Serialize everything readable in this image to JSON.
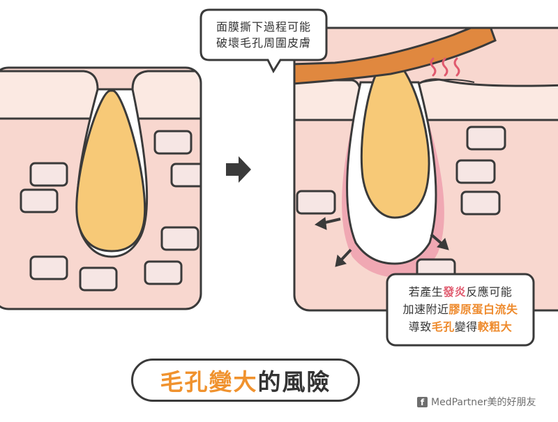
{
  "bubble_top": {
    "line1": "面膜撕下過程可能",
    "line2": "破壞毛孔周圍皮膚"
  },
  "bubble_bottom": {
    "l1_a": "若產生",
    "l1_b": "發炎",
    "l1_c": "反應可能",
    "l2_a": "加速附近",
    "l2_b": "膠原蛋白流失",
    "l3_a": "導致",
    "l3_b": "毛孔",
    "l3_c": "變得",
    "l3_d": "較粗大"
  },
  "title": {
    "part1": "毛孔變大",
    "part2": "的風險"
  },
  "credit": {
    "fb_icon": "f",
    "text": "MedPartner美的好朋友"
  },
  "colors": {
    "skin": "#f8d7cf",
    "epidermis": "#fbe9e2",
    "oil": "#f7c977",
    "mask": "#e0883f",
    "inflammation": "#f0a8b3",
    "outline": "#3a3a3a"
  }
}
